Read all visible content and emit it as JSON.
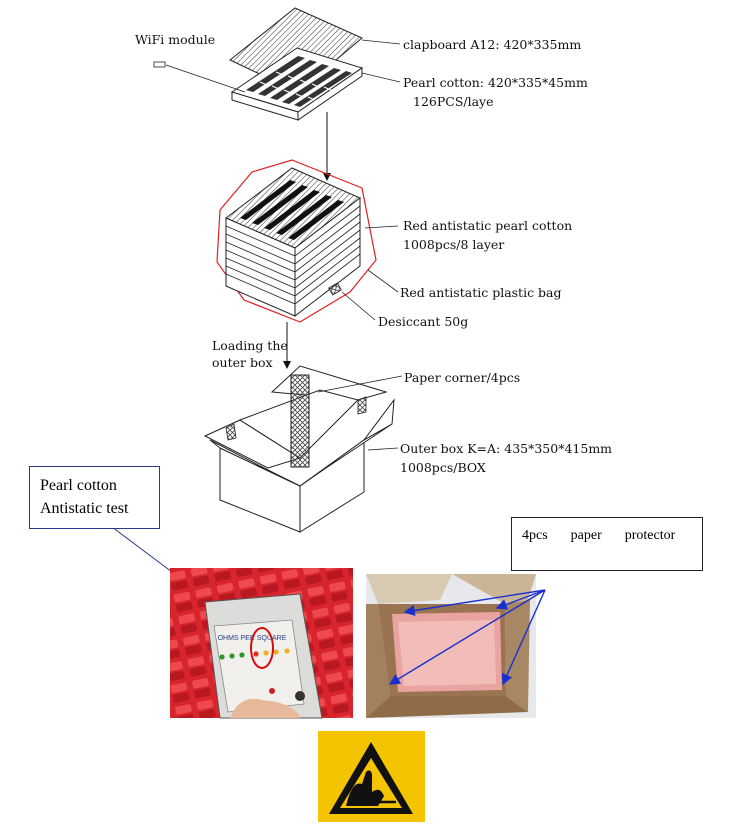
{
  "labels": {
    "wifi_module": "WiFi module",
    "clapboard": "clapboard A12: 420*335mm",
    "pearl_cotton_line1": "Pearl cotton: 420*335*45mm",
    "pearl_cotton_line2": "126PCS/laye",
    "red_pearl_line1": "Red antistatic pearl cotton",
    "red_pearl_line2": "1008pcs/8 layer",
    "red_bag": "Red antistatic plastic bag",
    "desiccant": "Desiccant 50g",
    "loading_line1": "Loading the",
    "loading_line2": "outer box",
    "paper_corner": "Paper corner/4pcs",
    "outer_box_line1": "Outer box K=A: 435*350*415mm",
    "outer_box_line2": "1008pcs/BOX"
  },
  "callouts": {
    "antistatic_line1": "Pearl cotton",
    "antistatic_line2": "Antistatic test",
    "protector": "4pcs  paper  protector"
  },
  "meter": {
    "title": "OHMS PER SQUARE"
  },
  "colors": {
    "bag_outline": "#e02020",
    "callout_border": "#2a3a8a",
    "arrow_blue": "#1a2fd0",
    "foam_red": "#d8242c",
    "esd_yellow": "#f5c400"
  },
  "icons": {
    "esd": "esd-warning-icon"
  }
}
